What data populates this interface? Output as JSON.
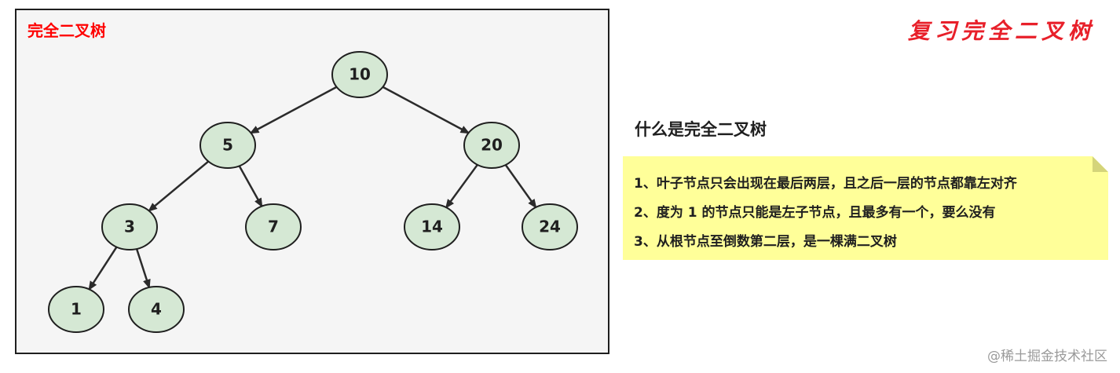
{
  "panel": {
    "title": "完全二叉树"
  },
  "colors": {
    "node_fill": "#d5e8d4",
    "title_red": "#ff0000",
    "header_red": "#e8202a",
    "note_bg": "#ffff99"
  },
  "tree": {
    "nodes": [
      {
        "id": "n10",
        "label": "10"
      },
      {
        "id": "n5",
        "label": "5"
      },
      {
        "id": "n20",
        "label": "20"
      },
      {
        "id": "n3",
        "label": "3"
      },
      {
        "id": "n7",
        "label": "7"
      },
      {
        "id": "n14",
        "label": "14"
      },
      {
        "id": "n24",
        "label": "24"
      },
      {
        "id": "n1",
        "label": "1"
      },
      {
        "id": "n4",
        "label": "4"
      }
    ],
    "edges": [
      {
        "from": "n10",
        "to": "n5"
      },
      {
        "from": "n10",
        "to": "n20"
      },
      {
        "from": "n5",
        "to": "n3"
      },
      {
        "from": "n5",
        "to": "n7"
      },
      {
        "from": "n20",
        "to": "n14"
      },
      {
        "from": "n20",
        "to": "n24"
      },
      {
        "from": "n3",
        "to": "n1"
      },
      {
        "from": "n3",
        "to": "n4"
      }
    ]
  },
  "header": {
    "title": "复习完全二叉树"
  },
  "definition": {
    "heading": "什么是完全二叉树",
    "points": [
      "1、叶子节点只会出现在最后两层，且之后一层的节点都靠左对齐",
      "2、度为 1 的节点只能是左子节点，且最多有一个，要么没有",
      "3、从根节点至倒数第二层，是一棵满二叉树"
    ]
  },
  "watermark": "@稀土掘金技术社区"
}
